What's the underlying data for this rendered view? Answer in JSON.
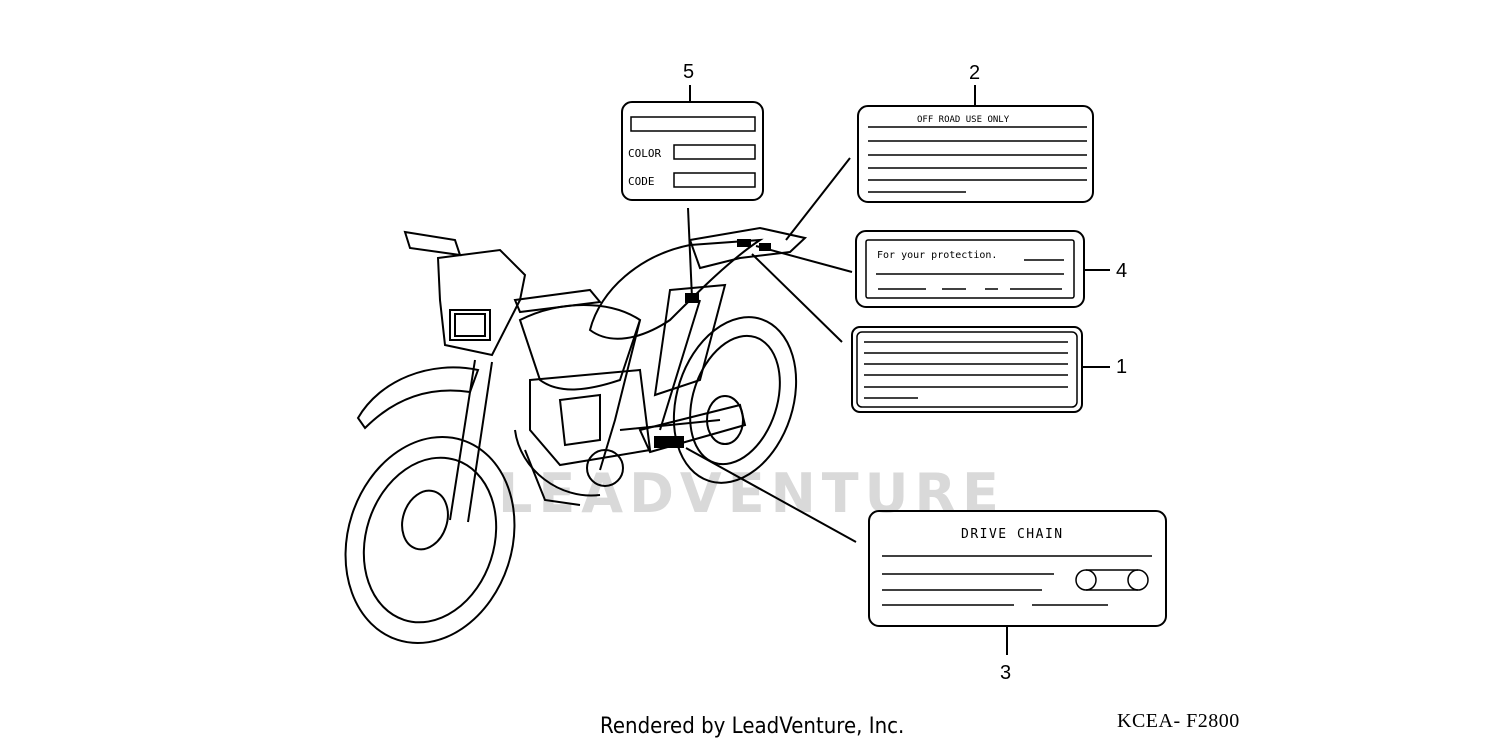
{
  "watermark": "LEADVENTURE",
  "callouts": [
    "5",
    "2",
    "4",
    "1",
    "3"
  ],
  "labels": {
    "label5": {
      "color": "COLOR",
      "code": "CODE"
    },
    "label2": {
      "title": "OFF ROAD USE ONLY"
    },
    "label4": {
      "title": "For your protection."
    },
    "label3": {
      "title": "DRIVE CHAIN"
    }
  },
  "footer": {
    "rendered_by": "Rendered by LeadVenture, Inc.",
    "diagram_code": "KCEA- F2800"
  }
}
